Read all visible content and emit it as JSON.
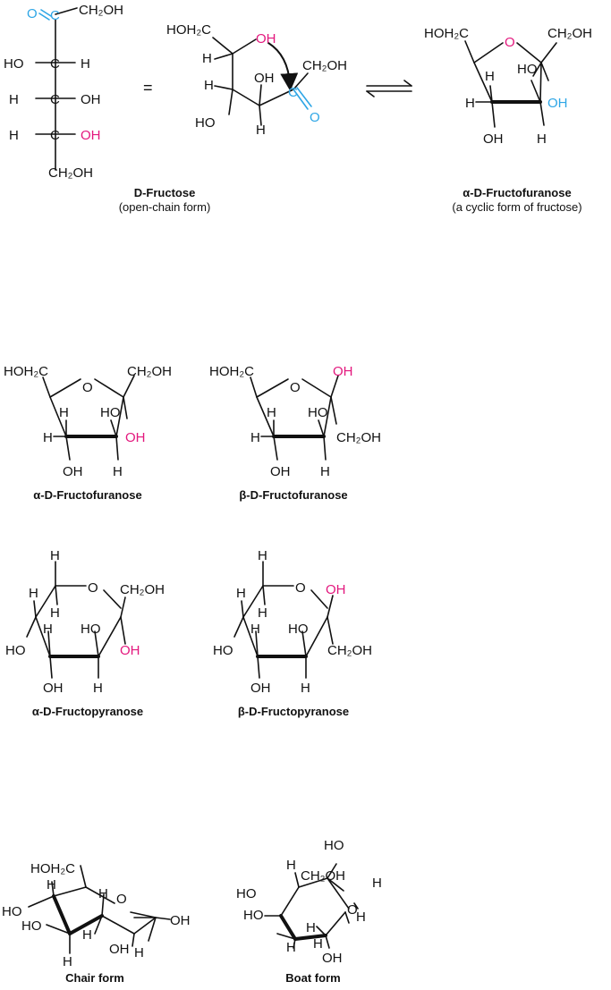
{
  "colors": {
    "blue": "#2ea6e6",
    "magenta": "#e3177d",
    "ink": "#111111"
  },
  "labels": {
    "ch2oh": "CH₂OH",
    "hoh2c": "HOH₂C",
    "oh": "OH",
    "ho": "HO",
    "h": "H",
    "o": "O",
    "c": "C",
    "eq": "=",
    "equilibrium": "⇌"
  },
  "captions": {
    "open_prefix": "D",
    "open_name": "-Fructose",
    "open_sub": "(open-chain form)",
    "cyc_alpha": "α-",
    "cyc_prefix": "D",
    "cyc_name": "-Fructofuranose",
    "cyc_sub": "(a cyclic form of fructose)",
    "af_alpha": "α-",
    "af_prefix": "D",
    "af_name": "-Fructofuranose",
    "bf_beta": "β-",
    "bf_prefix": "D",
    "bf_name": "-Fructofuranose",
    "ap_alpha": "α-",
    "ap_prefix": "D",
    "ap_name": "-Fructopyranose",
    "bp_beta": "β-",
    "bp_prefix": "D",
    "bp_name": "-Fructopyranose",
    "chair": "Chair form",
    "boat": "Boat form"
  }
}
